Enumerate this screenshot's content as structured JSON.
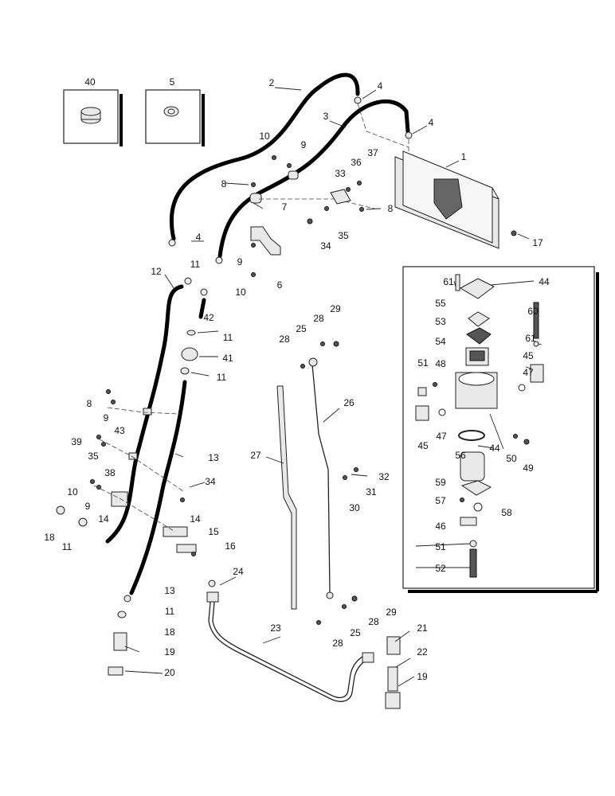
{
  "diagram": {
    "callouts": [
      {
        "id": "c40",
        "text": "40"
      },
      {
        "id": "c5",
        "text": "5"
      },
      {
        "id": "c2",
        "text": "2"
      },
      {
        "id": "c4a",
        "text": "4"
      },
      {
        "id": "c3",
        "text": "3"
      },
      {
        "id": "c4b",
        "text": "4"
      },
      {
        "id": "c1",
        "text": "1"
      },
      {
        "id": "c10a",
        "text": "10"
      },
      {
        "id": "c9a",
        "text": "9"
      },
      {
        "id": "c37",
        "text": "37"
      },
      {
        "id": "c36",
        "text": "36"
      },
      {
        "id": "c33",
        "text": "33"
      },
      {
        "id": "c8a",
        "text": "8"
      },
      {
        "id": "c7",
        "text": "7"
      },
      {
        "id": "c8b",
        "text": "8"
      },
      {
        "id": "c35a",
        "text": "35"
      },
      {
        "id": "c34a",
        "text": "34"
      },
      {
        "id": "c17",
        "text": "17"
      },
      {
        "id": "c4c",
        "text": "4"
      },
      {
        "id": "c9b",
        "text": "9"
      },
      {
        "id": "c6",
        "text": "6"
      },
      {
        "id": "c10b",
        "text": "10"
      },
      {
        "id": "c12",
        "text": "12"
      },
      {
        "id": "c11a",
        "text": "11"
      },
      {
        "id": "c42",
        "text": "42"
      },
      {
        "id": "c11b",
        "text": "11"
      },
      {
        "id": "c41",
        "text": "41"
      },
      {
        "id": "c11c",
        "text": "11"
      },
      {
        "id": "c61a",
        "text": "61"
      },
      {
        "id": "c44a",
        "text": "44"
      },
      {
        "id": "c55",
        "text": "55"
      },
      {
        "id": "c60",
        "text": "60"
      },
      {
        "id": "c53",
        "text": "53"
      },
      {
        "id": "c61b",
        "text": "61"
      },
      {
        "id": "c54",
        "text": "54"
      },
      {
        "id": "c45a",
        "text": "45"
      },
      {
        "id": "c51a",
        "text": "51"
      },
      {
        "id": "c48",
        "text": "48"
      },
      {
        "id": "c47a",
        "text": "47"
      },
      {
        "id": "c47b",
        "text": "47"
      },
      {
        "id": "c45b",
        "text": "45"
      },
      {
        "id": "c56",
        "text": "56"
      },
      {
        "id": "c44b",
        "text": "44"
      },
      {
        "id": "c50",
        "text": "50"
      },
      {
        "id": "c49",
        "text": "49"
      },
      {
        "id": "c59",
        "text": "59"
      },
      {
        "id": "c57",
        "text": "57"
      },
      {
        "id": "c58",
        "text": "58"
      },
      {
        "id": "c46",
        "text": "46"
      },
      {
        "id": "c51b",
        "text": "51"
      },
      {
        "id": "c52",
        "text": "52"
      },
      {
        "id": "c29a",
        "text": "29"
      },
      {
        "id": "c28a",
        "text": "28"
      },
      {
        "id": "c25a",
        "text": "25"
      },
      {
        "id": "c28b",
        "text": "28"
      },
      {
        "id": "c26",
        "text": "26"
      },
      {
        "id": "c27",
        "text": "27"
      },
      {
        "id": "c32",
        "text": "32"
      },
      {
        "id": "c31",
        "text": "31"
      },
      {
        "id": "c30",
        "text": "30"
      },
      {
        "id": "c8c",
        "text": "8"
      },
      {
        "id": "c9c",
        "text": "9"
      },
      {
        "id": "c43",
        "text": "43"
      },
      {
        "id": "c39",
        "text": "39"
      },
      {
        "id": "c35b",
        "text": "35"
      },
      {
        "id": "c13a",
        "text": "13"
      },
      {
        "id": "c38",
        "text": "38"
      },
      {
        "id": "c34b",
        "text": "34"
      },
      {
        "id": "c10c",
        "text": "10"
      },
      {
        "id": "c9d",
        "text": "9"
      },
      {
        "id": "c14a",
        "text": "14"
      },
      {
        "id": "c14b",
        "text": "14"
      },
      {
        "id": "c15",
        "text": "15"
      },
      {
        "id": "c16",
        "text": "16"
      },
      {
        "id": "c18a",
        "text": "18"
      },
      {
        "id": "c11d",
        "text": "11"
      },
      {
        "id": "c24",
        "text": "24"
      },
      {
        "id": "c13b",
        "text": "13"
      },
      {
        "id": "c11e",
        "text": "11"
      },
      {
        "id": "c18b",
        "text": "18"
      },
      {
        "id": "c19a",
        "text": "19"
      },
      {
        "id": "c20",
        "text": "20"
      },
      {
        "id": "c23",
        "text": "23"
      },
      {
        "id": "c29b",
        "text": "29"
      },
      {
        "id": "c28c",
        "text": "28"
      },
      {
        "id": "c25b",
        "text": "25"
      },
      {
        "id": "c28d",
        "text": "28"
      },
      {
        "id": "c21",
        "text": "21"
      },
      {
        "id": "c22",
        "text": "22"
      },
      {
        "id": "c19b",
        "text": "19"
      }
    ]
  },
  "colors": {
    "line": "#000000",
    "background": "#ffffff"
  }
}
